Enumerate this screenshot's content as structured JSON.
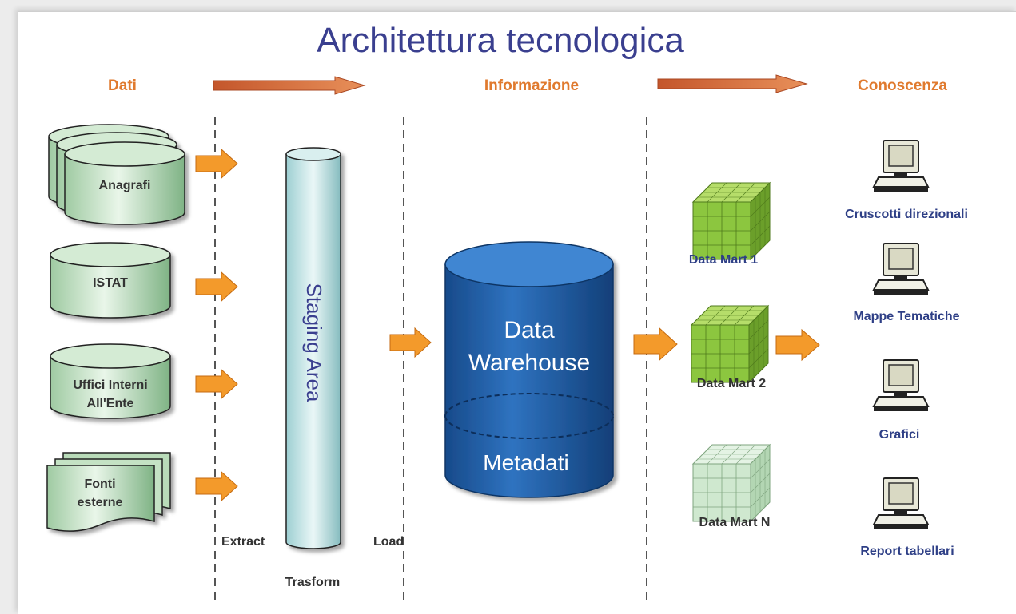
{
  "title": "Architettura tecnologica",
  "stages": {
    "dati": "Dati",
    "informazione": "Informazione",
    "conoscenza": "Conoscenza"
  },
  "sources": [
    {
      "label": "Anagrafi"
    },
    {
      "label": "ISTAT"
    },
    {
      "label_line1": "Uffici Interni",
      "label_line2": "All'Ente"
    },
    {
      "label_line1": "Fonti",
      "label_line2": "esterne"
    }
  ],
  "etl": {
    "staging": "Staging Area",
    "extract": "Extract",
    "transform": "Trasform",
    "load": "Load"
  },
  "warehouse": {
    "line1": "Data",
    "line2": "Warehouse",
    "metadata": "Metadati"
  },
  "marts": [
    {
      "label": "Data Mart 1"
    },
    {
      "label": "Data Mart 2"
    },
    {
      "label": "Data Mart N"
    }
  ],
  "outputs": [
    {
      "label": "Cruscotti direzionali"
    },
    {
      "label": "Mappe Tematiche"
    },
    {
      "label": "Grafici"
    },
    {
      "label": "Report tabellari"
    }
  ],
  "colors": {
    "title": "#3a3f8f",
    "stage_label": "#e07a2e",
    "arrow": "#f39a2b",
    "source_fill": "#b9dbb9",
    "warehouse": "#1f5fa8",
    "cube_green": "#8cc63f"
  }
}
